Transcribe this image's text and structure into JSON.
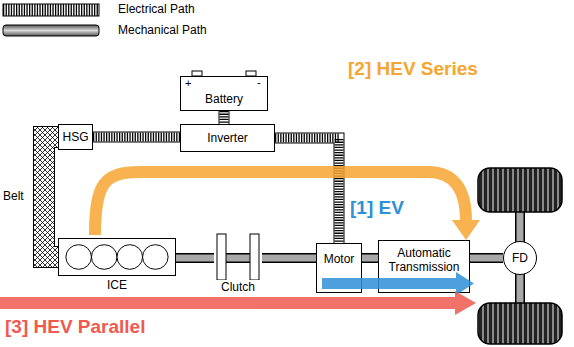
{
  "diagram": {
    "nodes": [
      {
        "text": [
          "Battery"
        ]
      },
      {
        "text": [
          "HSG"
        ]
      },
      {
        "text": [
          "Inverter"
        ]
      },
      {
        "text": [
          "ICE"
        ]
      },
      {
        "text": [
          "Clutch"
        ]
      },
      {
        "text": [
          "Motor"
        ]
      },
      {
        "text": [
          "Automatic Transmission"
        ]
      },
      {
        "text": [
          "FD"
        ]
      }
    ],
    "edges": [
      {
        "from": 0,
        "to": 2,
        "arrow": "none"
      },
      {
        "from": 1,
        "to": 2,
        "arrow": "none"
      },
      {
        "from": 2,
        "to": 5,
        "arrow": "none"
      },
      {
        "from": 3,
        "to": 1,
        "arrow": "none"
      },
      {
        "from": 3,
        "to": 4,
        "arrow": "none"
      },
      {
        "from": 4,
        "to": 5,
        "arrow": "none"
      },
      {
        "from": 5,
        "to": 6,
        "arrow": "none"
      },
      {
        "from": 6,
        "to": 7,
        "arrow": "none"
      }
    ],
    "labels": [
      "Belt",
      "+",
      "-",
      "[2] HEV Series",
      "[1] EV",
      "[3] HEV Parallel"
    ],
    "legend": [
      {
        "text": "Electrical Path"
      },
      {
        "text": "Mechanical Path"
      }
    ]
  }
}
